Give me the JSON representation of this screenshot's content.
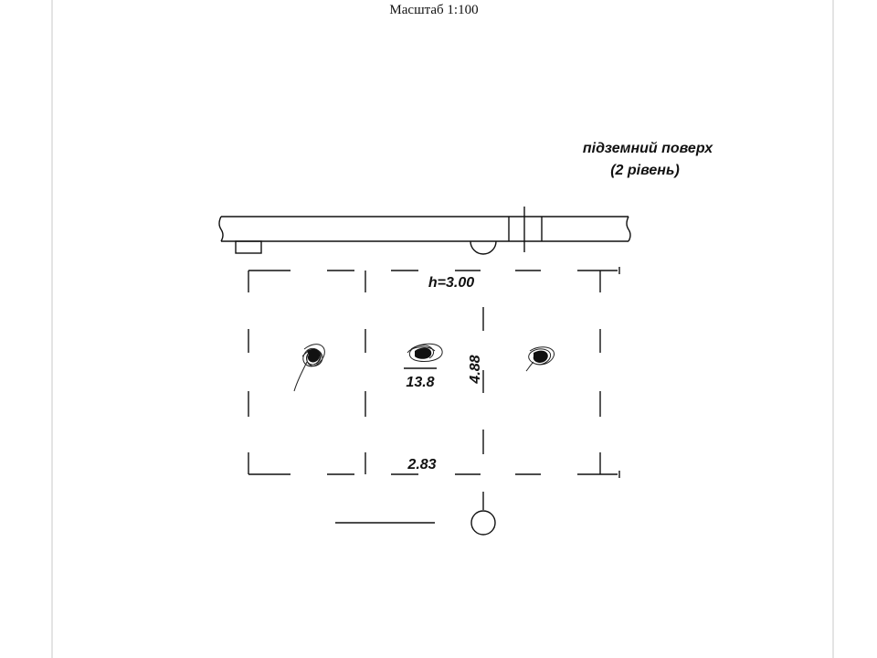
{
  "drawing": {
    "scale_label": "Масштаб 1:100",
    "floor_title_line1": "підземний поверх",
    "floor_title_line2": "(2 рівень)",
    "height_label": "h=3.00",
    "area_label": "13.8",
    "depth_label": "4.88",
    "width_label": "2.83"
  }
}
